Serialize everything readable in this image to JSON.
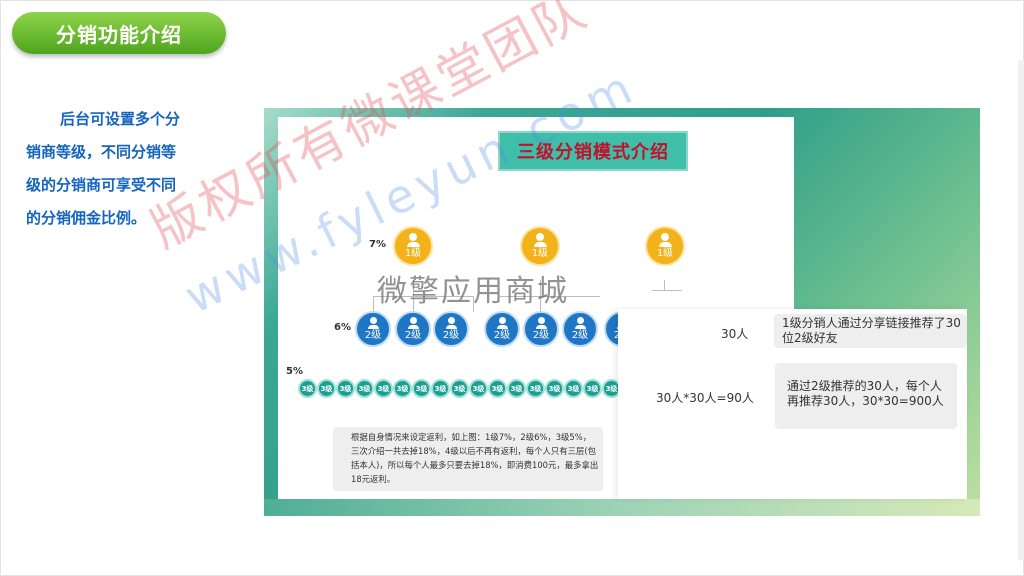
{
  "header": {
    "title": "分销功能介绍"
  },
  "intro": {
    "lines": [
      "后台可设置多个分",
      "销商等级，不同分销等",
      "级的分销商可享受不同",
      "的分销佣金比例。"
    ]
  },
  "diagram": {
    "title": "三级分销模式介绍",
    "percentages": {
      "level1": "7%",
      "level2": "6%",
      "level3": "5%"
    },
    "level1_label": "1级",
    "level2_label": "2级",
    "level3_label": "3级",
    "explanation": "根据自身情况来设定返利，如上图：1级7%，2级6%，3级5%，三次介绍一共去掉18%，4级以后不再有返利，每个人只有三层(包括本人)，所以每个人最多只要去掉18%，即消费100元，最多拿出18元返利。"
  },
  "panel": {
    "row1_count": "30人",
    "row1_note": "1级分销人通过分享链接推荐了30位2级好友",
    "row2_count": "30人*30人=90人",
    "row2_note": "通过2级推荐的30人，每个人再推荐30人，30*30=900人"
  },
  "watermarks": {
    "red": "版权所有微课堂团队",
    "url": "www.fyleyun.com",
    "gray": "微擎应用商城"
  },
  "colors": {
    "title_green": "#5cb82a",
    "intro_blue": "#1565c0",
    "level1_gold": "#f4b21a",
    "level2_blue": "#1f76c4",
    "level3_teal": "#1aa093",
    "diagram_title_red": "#c2112b"
  }
}
